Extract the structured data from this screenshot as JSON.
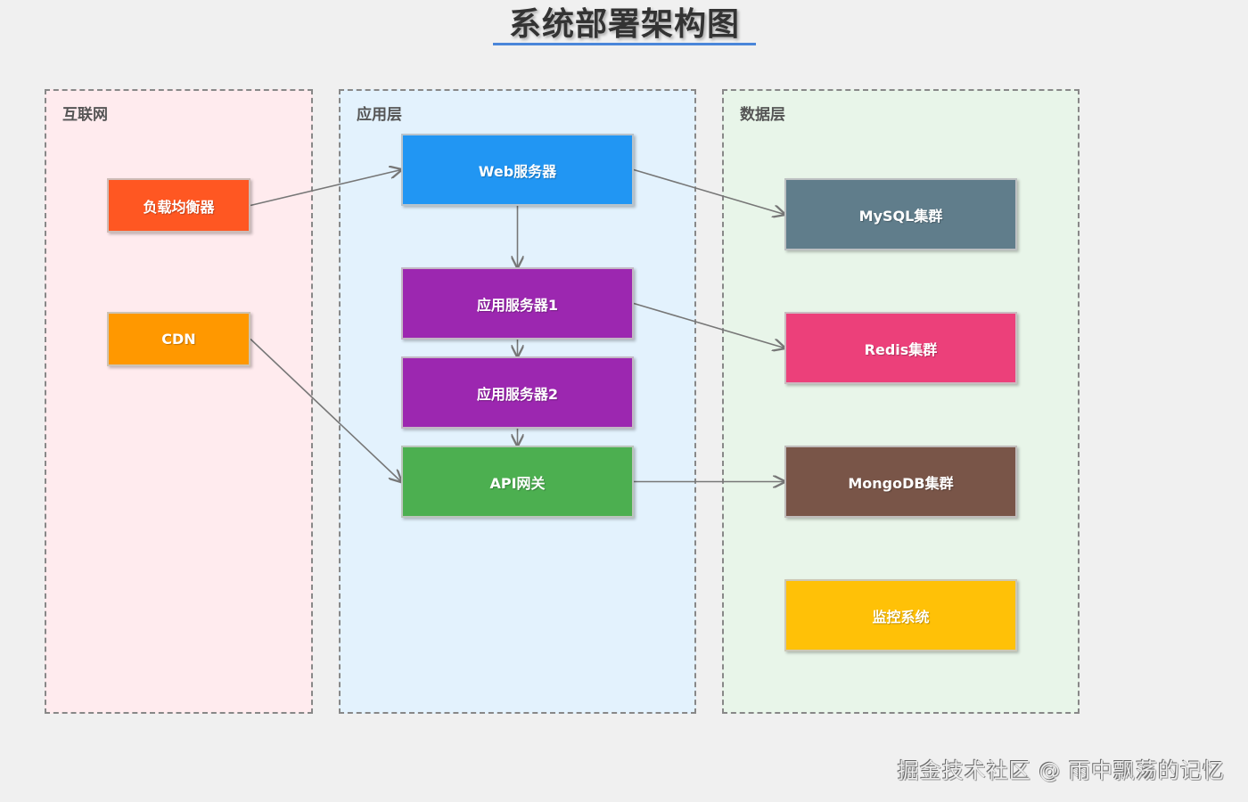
{
  "title": "系统部署架构图",
  "colors": {
    "title_underline": "#4a86d9",
    "edge": "#777777",
    "layer_border": "#888888"
  },
  "layers": [
    {
      "id": "internet",
      "label": "互联网",
      "background": "#ffebee"
    },
    {
      "id": "app",
      "label": "应用层",
      "background": "#e3f2fd"
    },
    {
      "id": "data",
      "label": "数据层",
      "background": "#e8f5e9"
    }
  ],
  "nodes": {
    "load_balancer": {
      "label": "负载均衡器",
      "layer": "internet",
      "color": "#ff5722"
    },
    "cdn": {
      "label": "CDN",
      "layer": "internet",
      "color": "#ff9800"
    },
    "web_server": {
      "label": "Web服务器",
      "layer": "app",
      "color": "#2196f3"
    },
    "app_server_1": {
      "label": "应用服务器1",
      "layer": "app",
      "color": "#9c27b0"
    },
    "app_server_2": {
      "label": "应用服务器2",
      "layer": "app",
      "color": "#9c27b0"
    },
    "api_gateway": {
      "label": "API网关",
      "layer": "app",
      "color": "#4caf50"
    },
    "mysql": {
      "label": "MySQL集群",
      "layer": "data",
      "color": "#607d8b"
    },
    "redis": {
      "label": "Redis集群",
      "layer": "data",
      "color": "#ec407a"
    },
    "mongodb": {
      "label": "MongoDB集群",
      "layer": "data",
      "color": "#795548"
    },
    "monitoring": {
      "label": "监控系统",
      "layer": "data",
      "color": "#ffc107"
    }
  },
  "edges": [
    {
      "from": "load_balancer",
      "to": "web_server"
    },
    {
      "from": "web_server",
      "to": "app_server_1"
    },
    {
      "from": "app_server_1",
      "to": "app_server_2"
    },
    {
      "from": "app_server_2",
      "to": "api_gateway"
    },
    {
      "from": "cdn",
      "to": "api_gateway"
    },
    {
      "from": "web_server",
      "to": "mysql"
    },
    {
      "from": "app_server_1",
      "to": "redis"
    },
    {
      "from": "api_gateway",
      "to": "mongodb"
    }
  ],
  "watermark": "掘金技术社区 @ 雨中飘荡的记忆"
}
